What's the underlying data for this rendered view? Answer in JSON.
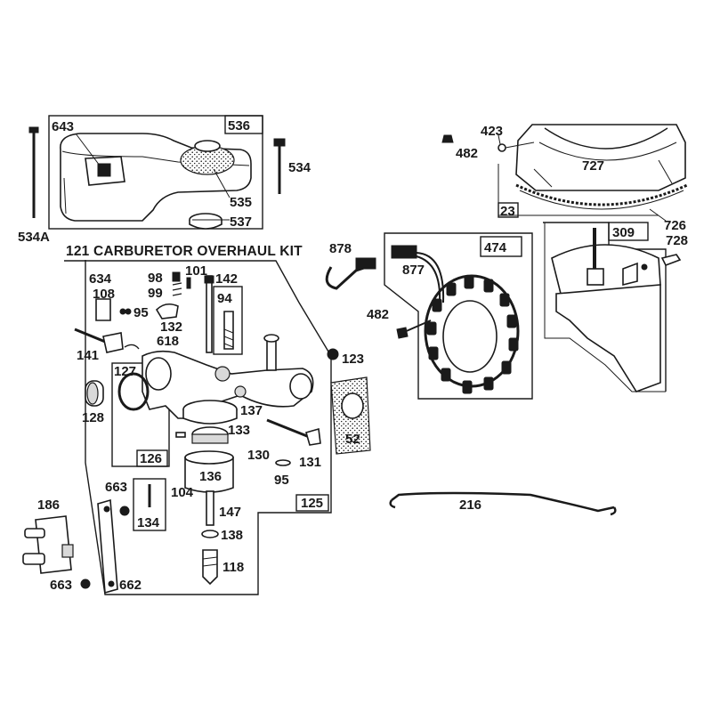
{
  "kit_title": "121 CARBURETOR OVERHAUL KIT",
  "callouts": {
    "p643": "643",
    "p536": "536",
    "p534": "534",
    "p534A": "534A",
    "p535": "535",
    "p537": "537",
    "p423": "423",
    "p482a": "482",
    "p727": "727",
    "p23": "23",
    "p726": "726",
    "p309": "309",
    "p728": "728",
    "p878": "878",
    "p474": "474",
    "p877": "877",
    "p482b": "482",
    "p634": "634",
    "p108": "108",
    "p98": "98",
    "p99": "99",
    "p101": "101",
    "p142": "142",
    "p94": "94",
    "p95a": "95",
    "p132": "132",
    "p141": "141",
    "p618": "618",
    "p123": "123",
    "p127": "127",
    "p128": "128",
    "p137": "137",
    "p52": "52",
    "p133": "133",
    "p130": "130",
    "p131": "131",
    "p95b": "95",
    "p126": "126",
    "p104": "104",
    "p136": "136",
    "p663a": "663",
    "p134": "134",
    "p125": "125",
    "p147": "147",
    "p138": "138",
    "p118": "118",
    "p186": "186",
    "p663b": "663",
    "p662": "662",
    "p216": "216"
  }
}
